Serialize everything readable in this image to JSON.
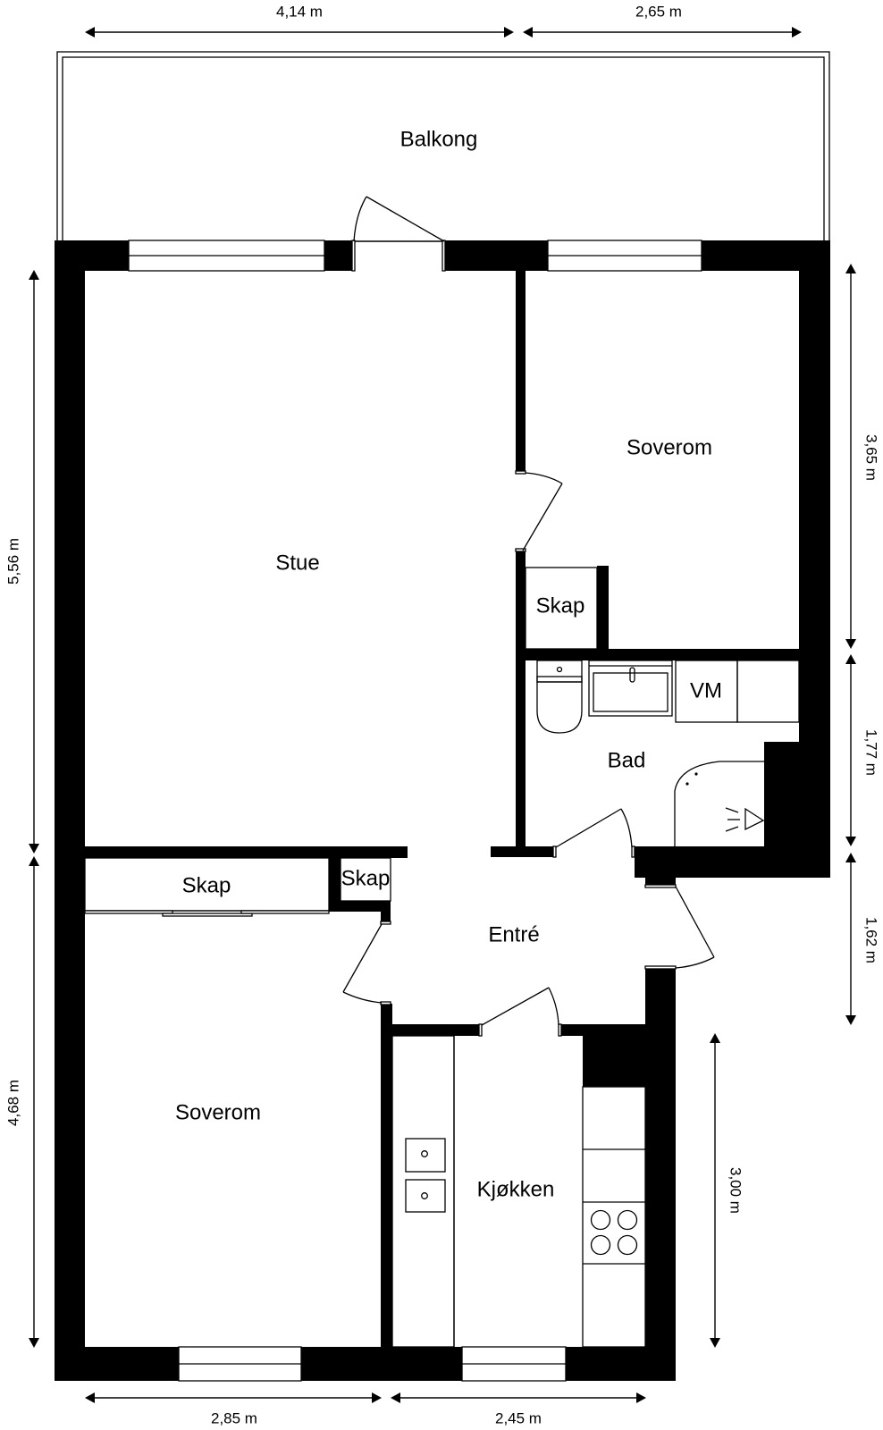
{
  "plan": {
    "type": "apartment-floor-plan",
    "rooms": {
      "balcony": "Balkong",
      "living_room": "Stue",
      "bedroom_1": "Soverom",
      "closet_bedroom_1": "Skap",
      "bathroom": "Bad",
      "washing_machine": "VM",
      "hall_closet_large": "Skap",
      "hall_closet_small": "Skap",
      "entrance": "Entré",
      "bedroom_2": "Soverom",
      "kitchen": "Kjøkken"
    },
    "dimensions": {
      "top_left": "4,14 m",
      "top_right": "2,65 m",
      "left_upper": "5,56 m",
      "left_lower": "4,68 m",
      "right_upper": "3,65 m",
      "right_middle": "1,77 m",
      "right_lower": "1,62 m",
      "right_kitchen": "3,00 m",
      "bottom_left": "2,85 m",
      "bottom_right": "2,45 m"
    },
    "colors": {
      "wall": "#000000",
      "background": "#ffffff"
    }
  }
}
